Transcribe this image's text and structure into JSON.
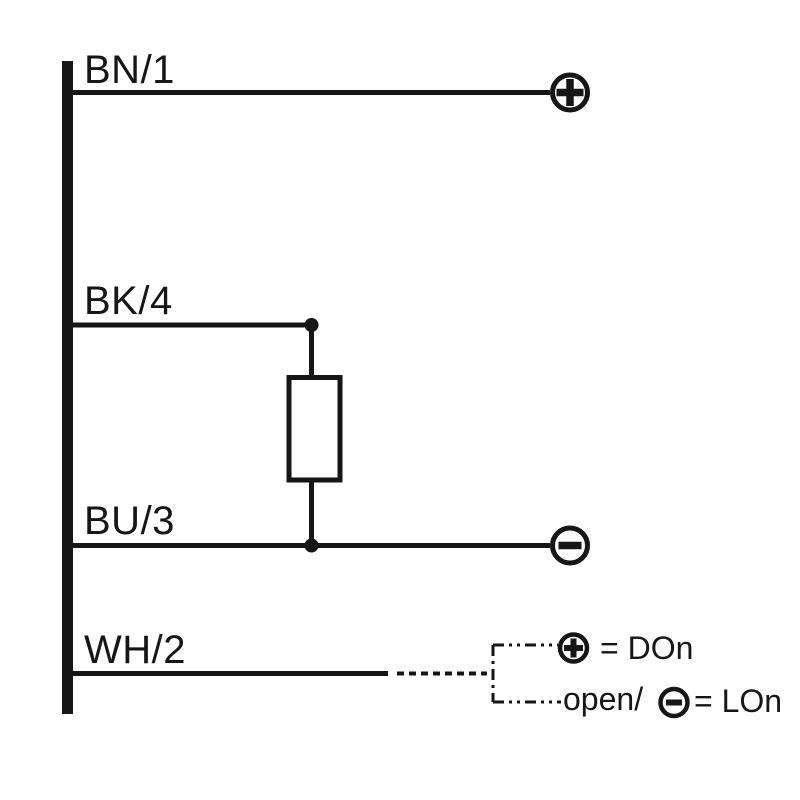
{
  "colors": {
    "ink": "#161616",
    "background": "#ffffff"
  },
  "wires": {
    "bn1": {
      "label": "BN/1"
    },
    "bk4": {
      "label": "BK/4"
    },
    "bu3": {
      "label": "BU/3"
    },
    "wh2": {
      "label": "WH/2"
    }
  },
  "terminals": {
    "plus": {
      "symbol": "+"
    },
    "minus": {
      "symbol": "-"
    }
  },
  "components": {
    "load": {
      "name": "load-resistor"
    }
  },
  "legend": {
    "don": {
      "symbol": "+",
      "label": "= DOn"
    },
    "lon": {
      "prefix": "open/",
      "symbol": "-",
      "label": "= LOn"
    }
  }
}
